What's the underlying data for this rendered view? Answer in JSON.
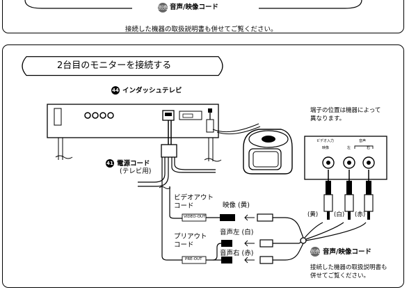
{
  "top_section": {
    "badge": "別売",
    "cable_label": "音声/映像コード",
    "note": "接続した機器の取扱説明書も併せてご覧ください。"
  },
  "main_section": {
    "heading": "2台目のモニターを接続する",
    "tv": {
      "number": "44",
      "label": "インダッシュテレビ"
    },
    "power_cord": {
      "number": "41",
      "label": "電源コード",
      "sub": "(テレビ用)"
    },
    "terminal_note": [
      "端子の位置は機器によって",
      "異なります。"
    ],
    "monitor_panel": {
      "video_in": "ビデオ入力",
      "video": "映像",
      "audio": "音声",
      "left": "左",
      "right": "右"
    },
    "plug_labels": [
      "(黄)",
      "(白)",
      "(赤)"
    ],
    "video_out": {
      "label": [
        "ビデオアウト",
        "コード"
      ],
      "tag": "VIDEO-OUT",
      "signal": "映像 (黄)"
    },
    "pre_out": {
      "label": [
        "プリアウト",
        "コード"
      ],
      "tag": "PRE-OUT",
      "signal_l": "音声左 (白)",
      "signal_r": "音声右 (赤)"
    },
    "badge": "別売",
    "cable_label": "音声/映像コード",
    "note": [
      "接続した機器の取扱説明書も",
      "併せてご覧ください。"
    ]
  }
}
